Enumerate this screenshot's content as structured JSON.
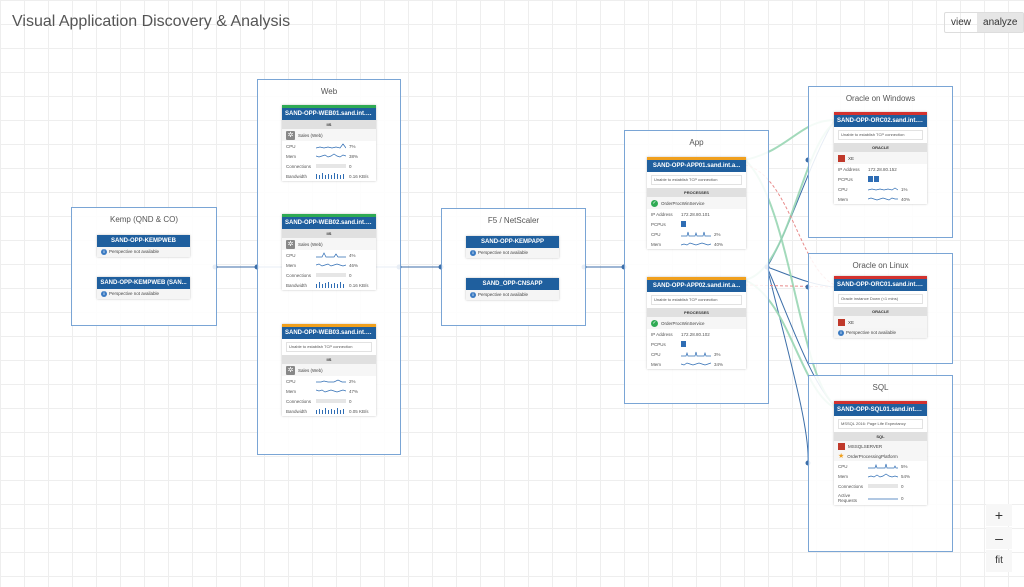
{
  "title": "Visual Application Discovery & Analysis",
  "toggle": {
    "view": "view",
    "analyze": "analyze"
  },
  "zoom": {
    "in": "+",
    "out": "–",
    "fit": "fit"
  },
  "labels": {
    "cpu": "CPU",
    "mem": "Mem",
    "connections": "Connections",
    "bandwidth": "Bandwidth",
    "ip": "IP Address",
    "pcpus": "PCPUs",
    "active_requests": "Active Requests",
    "perspective_na": "Perspective not available",
    "tcp_error": "Unable to establish TCP connection",
    "processes": "PROCESSES"
  },
  "groups": {
    "kemp": {
      "title": "Kemp (QND & CO)",
      "cards": [
        {
          "name": "SAND-OPP-KEMPWEB"
        },
        {
          "name": "SAND-OPP-KEMPWEB (SAN..."
        }
      ]
    },
    "web": {
      "title": "Web",
      "cards": [
        {
          "name": "SAND-OPP-WEB01.sand.int.a...",
          "sub": "IIS",
          "site": "Sales (Web)",
          "cpu": "7%",
          "mem": "38%",
          "conn": "0",
          "bw": "0.16 KB/s"
        },
        {
          "name": "SAND-OPP-WEB02.sand.int.a...",
          "sub": "IIS",
          "site": "Sales (Web)",
          "cpu": "4%",
          "mem": "46%",
          "conn": "0",
          "bw": "0.16 KB/s"
        },
        {
          "name": "SAND-OPP-WEB03.sand.int.a...",
          "sub": "IIS",
          "site": "Sales (Web)",
          "cpu": "2%",
          "mem": "47%",
          "conn": "0",
          "bw": "0.05 KB/s"
        }
      ]
    },
    "f5": {
      "title": "F5 / NetScaler",
      "cards": [
        {
          "name": "SAND-OPP-KEMPAPP"
        },
        {
          "name": "SAND_OPP-CNSAPP"
        }
      ]
    },
    "app": {
      "title": "App",
      "cards": [
        {
          "name": "SAND-OPP-APP01.sand.int.a...",
          "service": "OrderProcWinService",
          "ip": "172.28.80.101",
          "cpu": "2%",
          "mem": "40%"
        },
        {
          "name": "SAND-OPP-APP02.sand.int.a...",
          "service": "OrderProcWinService",
          "ip": "172.28.80.102",
          "cpu": "3%",
          "mem": "34%"
        }
      ]
    },
    "oracle_windows": {
      "title": "Oracle on Windows",
      "card": {
        "name": "SAND-OPP-ORC02.sand.int.a...",
        "sub": "ORACLE",
        "instance": "XE",
        "ip": "172.28.80.152",
        "cpu": "1%",
        "mem": "40%"
      }
    },
    "oracle_linux": {
      "title": "Oracle on Linux",
      "card": {
        "name": "SAND-OPP-ORC01.sand.int.a...",
        "warning": "Oracle instance Down (<1 mins)",
        "sub": "ORACLE",
        "instance": "XE"
      }
    },
    "sql": {
      "title": "SQL",
      "card": {
        "name": "SAND-OPP-SQL01.sand.int.a...",
        "warning": "MSSQL 2016: Page Life Expectancy",
        "sub": "SQL",
        "instance": "MSSQLSERVER",
        "db": "OrderProcessingPlatform",
        "cpu": "5%",
        "mem": "54%",
        "conn": "0",
        "active": "0"
      }
    }
  },
  "colors": {
    "accent": "#1f5f9e",
    "ok": "#2faa54",
    "warn": "#f0a01e",
    "error": "#d3322f",
    "link": "#9ad7b4",
    "dashed": "#e88a8a"
  }
}
